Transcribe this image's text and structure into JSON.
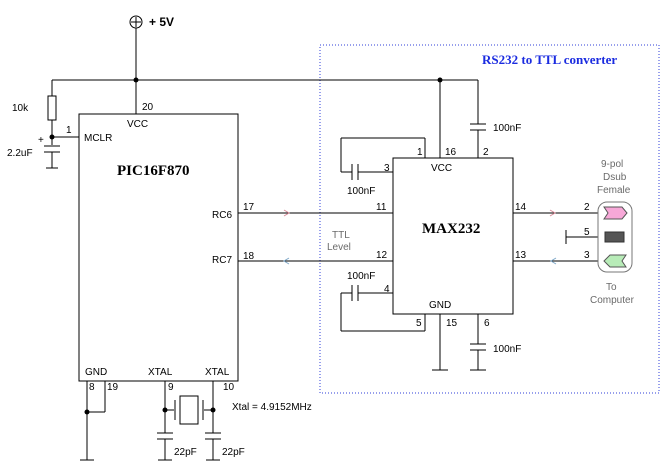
{
  "power": {
    "label": "+ 5V"
  },
  "converter": {
    "title": "RS232 to TTL converter"
  },
  "pic": {
    "name": "PIC16F870",
    "vcc_label": "VCC",
    "vcc_pin": "20",
    "mclr_label": "MCLR",
    "mclr_pin": "1",
    "rc6_label": "RC6",
    "rc6_pin": "17",
    "rc7_label": "RC7",
    "rc7_pin": "18",
    "gnd_label": "GND",
    "gnd_pin_a": "8",
    "gnd_pin_b": "19",
    "xtal1_label": "XTAL",
    "xtal1_pin": "9",
    "xtal2_label": "XTAL",
    "xtal2_pin": "10"
  },
  "max": {
    "name": "MAX232",
    "vcc_label": "VCC",
    "gnd_label": "GND",
    "pin1": "1",
    "pin16": "16",
    "pin2": "2",
    "pin3": "3",
    "pin11": "11",
    "pin12": "12",
    "pin14": "14",
    "pin13": "13",
    "pin4": "4",
    "pin5": "5",
    "pin15": "15",
    "pin6": "6"
  },
  "components": {
    "r_mclr": "10k",
    "c_mclr": "2.2uF",
    "c_vcc": "100nF",
    "c_13": "100nF",
    "c_45": "100nF",
    "c_gnd": "100nF",
    "xtal": "Xtal = 4.9152MHz",
    "c_x1": "22pF",
    "c_x2": "22pF",
    "plus": "+"
  },
  "ttl": {
    "line1": "TTL",
    "line2": "Level"
  },
  "dsub": {
    "line1": "9-pol",
    "line2": "Dsub",
    "line3": "Female",
    "pin_a": "2",
    "pin_b": "5",
    "pin_c": "3",
    "to1": "To",
    "to2": "Computer",
    "color_tx": "#f7a8d8",
    "color_gnd": "#555555",
    "color_rx": "#b8ecb8"
  }
}
